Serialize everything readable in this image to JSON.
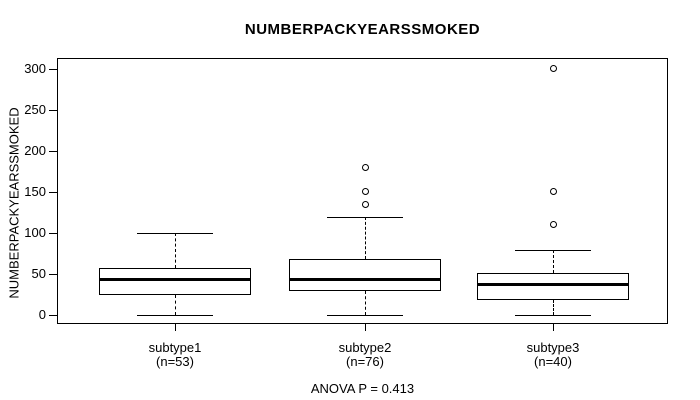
{
  "chart_data": {
    "type": "boxplot",
    "title": "NUMBERPACKYEARSSMOKED",
    "ylabel": "NUMBERPACKYEARSSMOKED",
    "annotation": "ANOVA P = 0.413",
    "ylim": [
      0,
      300
    ],
    "yticks": [
      0,
      50,
      100,
      150,
      200,
      250,
      300
    ],
    "grid": false,
    "groups": [
      {
        "label": "subtype1",
        "sublabel": "(n=53)",
        "n": 53,
        "whisker_low": 0,
        "q1": 25,
        "median": 44,
        "q3": 58,
        "whisker_high": 100,
        "outliers": []
      },
      {
        "label": "subtype2",
        "sublabel": "(n=76)",
        "n": 76,
        "whisker_low": 0,
        "q1": 29,
        "median": 44,
        "q3": 68,
        "whisker_high": 120,
        "outliers": [
          135,
          150,
          180
        ]
      },
      {
        "label": "subtype3",
        "sublabel": "(n=40)",
        "n": 40,
        "whisker_low": 0,
        "q1": 19,
        "median": 38,
        "q3": 52,
        "whisker_high": 80,
        "outliers": [
          110,
          150,
          300
        ]
      }
    ],
    "colors": {
      "line": "#000000",
      "box_fill": "#ffffff",
      "background": "#ffffff"
    }
  }
}
